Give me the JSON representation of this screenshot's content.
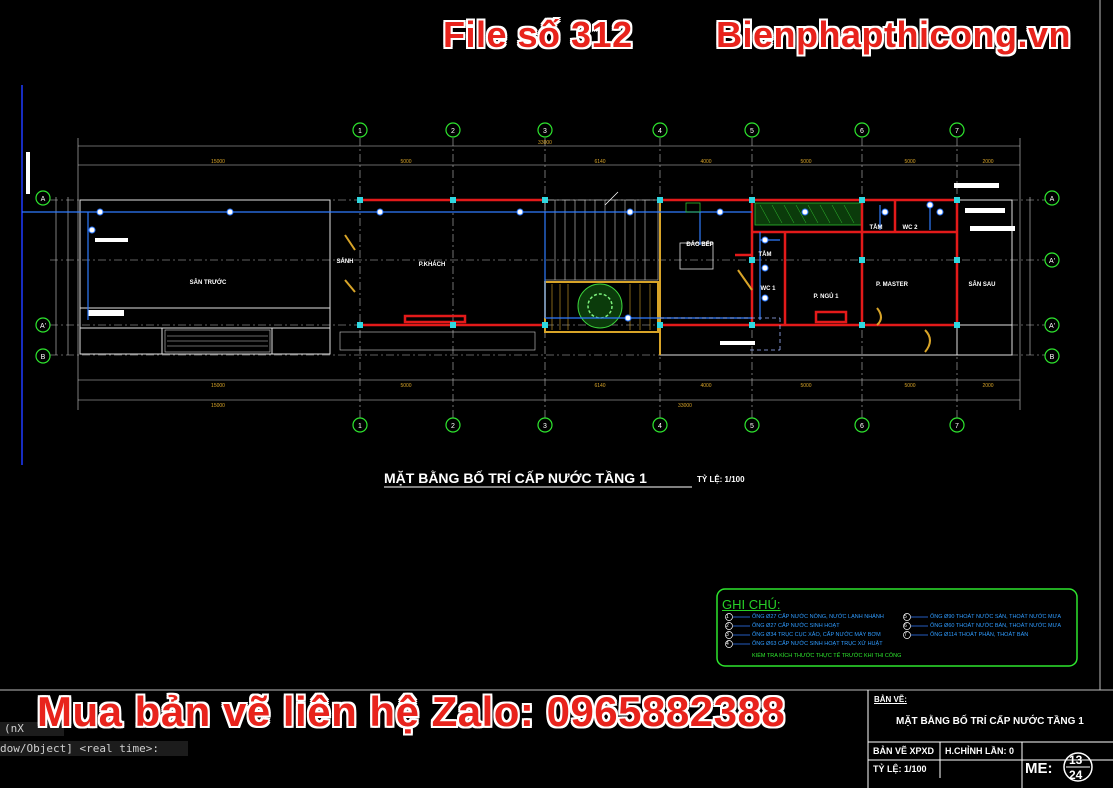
{
  "watermark": {
    "file_label": "File số 312",
    "site": "Bienphapthicong.vn",
    "contact": "Mua bản vẽ liên hệ Zalo: 0965882388"
  },
  "drawing": {
    "title": "MẶT BẰNG BỐ TRÍ CẤP NƯỚC TẦNG 1",
    "scale": "TỶ LỆ: 1/100",
    "grid_columns": [
      "1",
      "2",
      "3",
      "4",
      "5",
      "6",
      "7"
    ],
    "grid_rows": [
      "A",
      "A'",
      "A'",
      "B"
    ],
    "dims_top": [
      "15000",
      "5000",
      "6140",
      "4000",
      "5000",
      "5000",
      "2000"
    ],
    "dims_total": "33000",
    "rooms": [
      "SÂN TRƯỚC",
      "P.KHÁCH",
      "SẢNH",
      "ĐẢO BẾP",
      "TẮM",
      "WC 1",
      "P. NGỦ 1",
      "P. MASTER",
      "TẮM",
      "WC 2",
      "SÂN SAU"
    ]
  },
  "legend": {
    "title": "GHI CHÚ:",
    "left_items": [
      {
        "num": "1",
        "text": "ỐNG Ø27 CẤP NƯỚC NÓNG, NƯỚC LẠNH NHÁNH"
      },
      {
        "num": "2",
        "text": "ỐNG Ø27 CẤP NƯỚC SINH HOẠT"
      },
      {
        "num": "3",
        "text": "ỐNG Ø34 TRỤC CỤC XẢO, CẤP NƯỚC MÁY BƠM"
      },
      {
        "num": "4",
        "text": "ỐNG Ø63 CẤP NƯỚC SINH HOẠT TRỤC XỬ HUẬT"
      }
    ],
    "right_items": [
      {
        "num": "5",
        "text": "ỐNG Ø90 THOÁT NƯỚC SÀN, THOÁT NƯỚC MƯA"
      },
      {
        "num": "6",
        "text": "ỐNG Ø60 THOÁT NƯỚC BÀN, THOÁT NƯỚC MƯA"
      },
      {
        "num": "7",
        "text": "ỐNG Ø114 THOÁT PHÂN, THOÁT BẨN"
      }
    ],
    "note": "KIỂM TRA KÍCH THƯỚC THỰC TẾ TRƯỚC KHI THI CÔNG"
  },
  "title_block": {
    "ban_ve_label": "BẢN VẼ:",
    "ban_ve_value": "MẶT BẰNG BỐ TRÍ CẤP NƯỚC TẦNG 1",
    "code": "BẢN VẼ XPXD",
    "revision": "H.CHỈNH LẦN: 0",
    "scale": "TỶ LỆ: 1/100",
    "sheet_label": "ME:",
    "sheet_num": "13",
    "sheet_total": "24"
  },
  "command_line": {
    "line1": "(nX",
    "line2": "dow/Object] <real time>:"
  },
  "colors": {
    "wall": "#e31a1a",
    "grid": "#ffffff",
    "bubble": "#2ee62e",
    "pipe": "#2f7bff",
    "column": "#2fd8e0",
    "door": "#d8a428",
    "watermark": "#e8231c"
  }
}
